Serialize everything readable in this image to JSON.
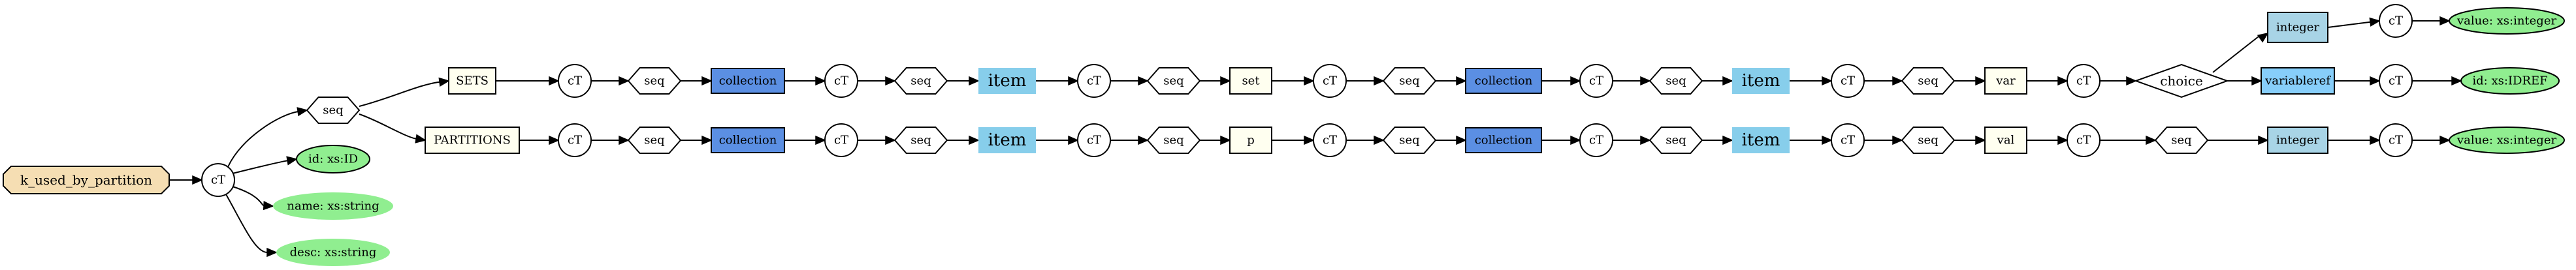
{
  "colors": {
    "root": "#f5deb3",
    "label_box": "#fffff0",
    "collection": "#5b8fe3",
    "item": "#87ceeb",
    "typebox": "#a8d4e6",
    "variableref": "#87cefa",
    "ellipse": "#90ee90",
    "white": "#ffffff"
  },
  "nodes": {
    "root": "k_used_by_partition",
    "ct": "cT",
    "seq": "seq",
    "sets": "SETS",
    "partitions": "PARTITIONS",
    "collection": "collection",
    "item": "item",
    "set": "set",
    "p": "p",
    "var": "var",
    "val": "val",
    "choice": "choice",
    "integer": "integer",
    "variableref": "variableref",
    "attr_id": "id: xs:ID",
    "attr_name": "name: xs:string",
    "attr_desc": "desc: xs:string",
    "value_integer": "value: xs:integer",
    "id_idref": "id: xs:IDREF"
  }
}
